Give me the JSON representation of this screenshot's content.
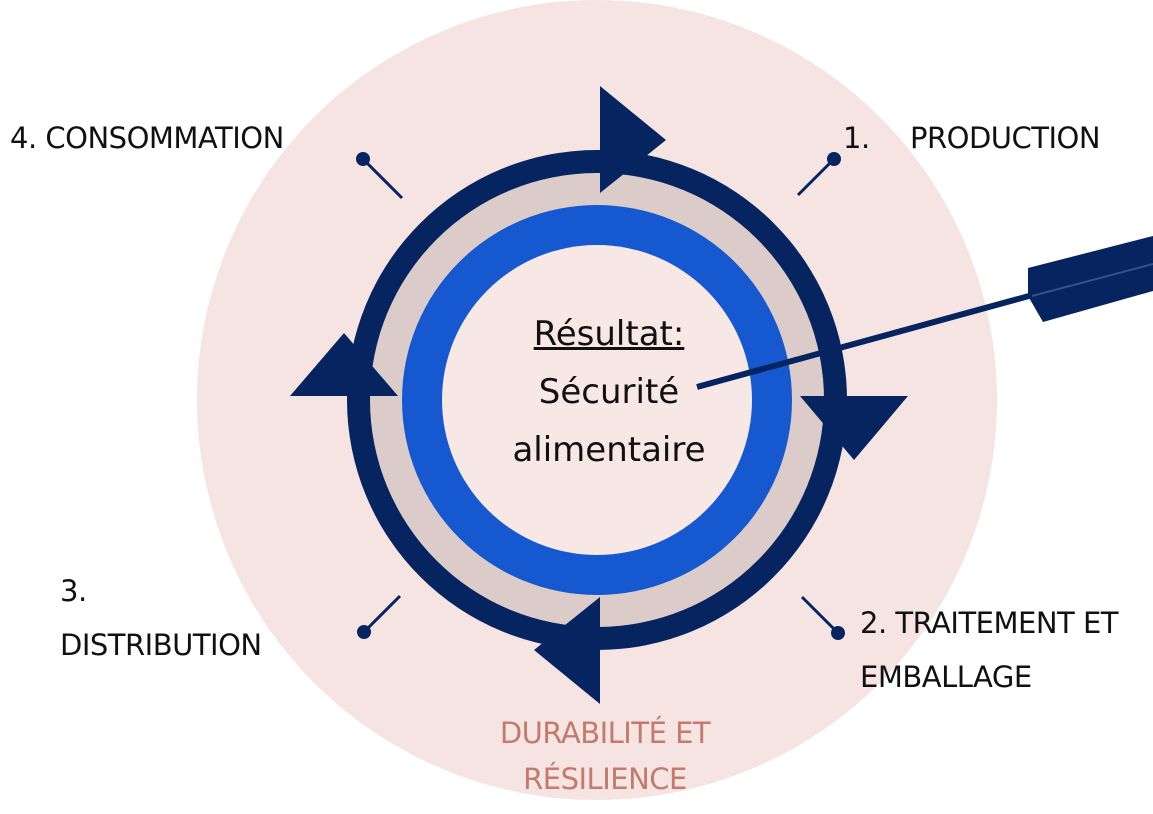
{
  "stages": {
    "consumption": "4. CONSOMMATION",
    "production_number": "1.",
    "production_label": "PRODUCTION",
    "processing_line1": "2. TRAITEMENT ET",
    "processing_line2": "EMBALLAGE",
    "distribution_line1": "3.",
    "distribution_line2": "DISTRIBUTION"
  },
  "center": {
    "title": "Résultat:",
    "line1": "Sécurité",
    "line2": "alimentaire"
  },
  "footer": {
    "line1": "DURABILITÉ ET",
    "line2": "RÉSILIENCE"
  },
  "colors": {
    "halo": "#f5e4e2",
    "cycle_ring": "#062460",
    "gap_ring": "#dcccc9",
    "inner_ring": "#1558d0",
    "core": "#f7e8e6",
    "footer_text": "#c27b6d"
  }
}
